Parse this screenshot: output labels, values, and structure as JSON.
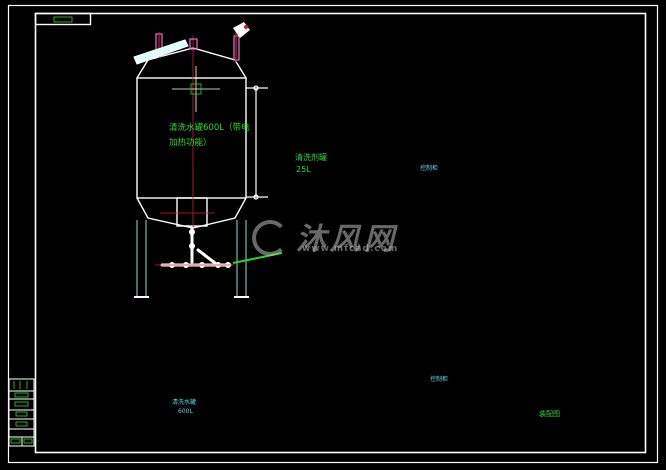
{
  "drawing": {
    "type": "CAD assembly drawing",
    "background": "#000000",
    "colors": {
      "outline": "#ffffff",
      "centerline": "#d21e2a",
      "dimension": "#2bd82b",
      "annotation": "#5fd6e6",
      "flange": "#e070e0",
      "leg": "#7fe0e0"
    }
  },
  "labels": {
    "main_tank_line1": "清洗水罐600L（带电",
    "main_tank_line2": "加热功能）",
    "small_tank_line1": "清洗剂罐",
    "small_tank_line2": "25L",
    "control_box_front": "控制柜",
    "control_box_plan": "控制柜",
    "plan_tank_line1": "清洗水罐",
    "plan_tank_line2": "600L",
    "title_block_name": "装配图"
  },
  "watermark": {
    "brand_text": "沐风网",
    "url_text": "www.mfcad.com"
  },
  "views": [
    {
      "name": "front-elevation",
      "items": [
        "cleaning-water-tank",
        "detergent-tank",
        "pump",
        "manifold",
        "control-box",
        "skid-frame"
      ]
    },
    {
      "name": "plan-view",
      "items": [
        "tank-plan-circle",
        "skid-plan",
        "control-box-plan"
      ]
    }
  ],
  "title_block": {
    "rows": 6,
    "name_cell": "装配图"
  }
}
